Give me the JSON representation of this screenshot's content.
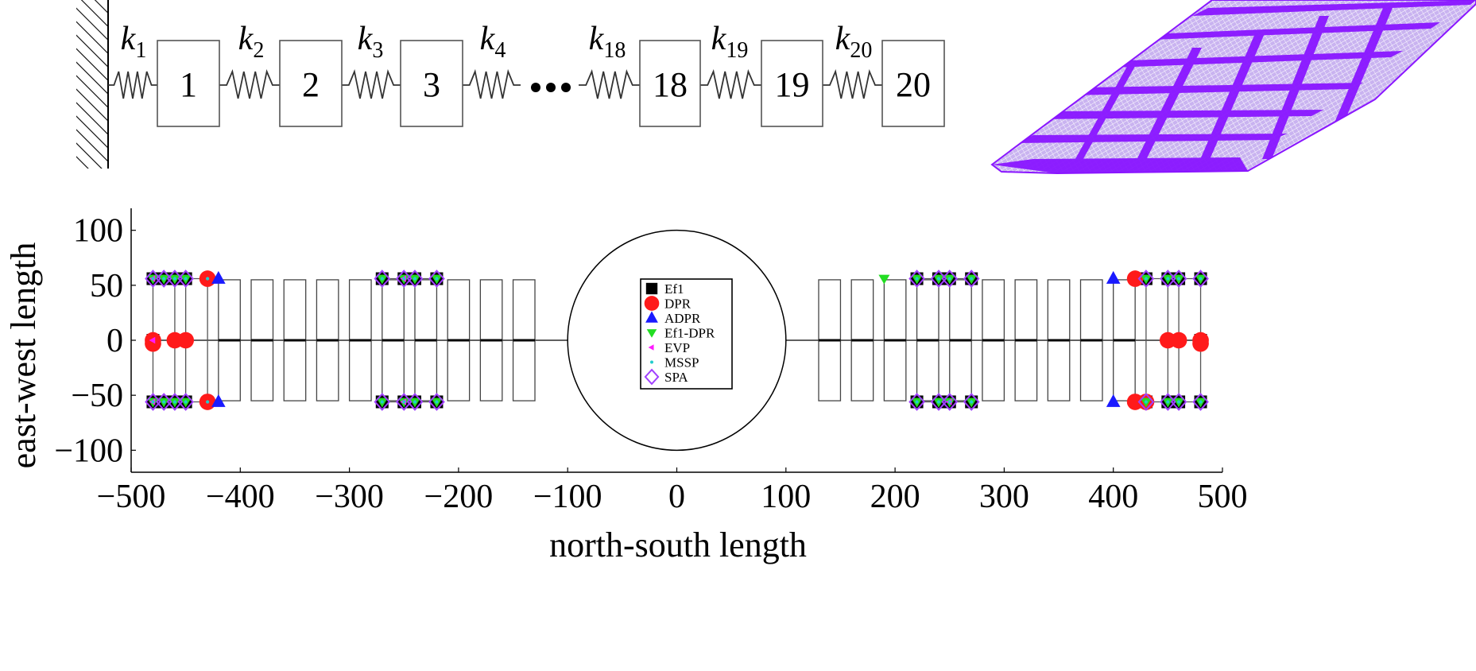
{
  "diagram": {
    "masses": [
      "1",
      "2",
      "3",
      "18",
      "19",
      "20"
    ],
    "springs": [
      {
        "base": "k",
        "sub": "1"
      },
      {
        "base": "k",
        "sub": "2"
      },
      {
        "base": "k",
        "sub": "3"
      },
      {
        "base": "k",
        "sub": "4"
      },
      {
        "base": "k",
        "sub": "18"
      },
      {
        "base": "k",
        "sub": "19"
      },
      {
        "base": "k",
        "sub": "20"
      }
    ],
    "colors": {
      "wing": "#8a16ff",
      "mesh": "#ffffff"
    }
  },
  "chart_data": {
    "type": "scatter",
    "xlabel": "north-south length",
    "ylabel": "east-west length",
    "xlim": [
      -500,
      500
    ],
    "ylim": [
      -120,
      120
    ],
    "xticks": [
      -500,
      -400,
      -300,
      -200,
      -100,
      0,
      100,
      200,
      300,
      400,
      500
    ],
    "yticks": [
      -100,
      -50,
      0,
      50,
      100
    ],
    "grid": false,
    "legend_position": "center",
    "structure": {
      "circle_center": [
        0,
        0
      ],
      "circle_radius": 100,
      "left_lines_x": [
        -480,
        -460,
        -450,
        -430,
        -420,
        -400,
        -380,
        -370,
        -350,
        -340,
        -320,
        -310,
        -290,
        -280,
        -270,
        -250,
        -240,
        -220,
        -210,
        -190,
        -180,
        -160,
        -150,
        -130
      ],
      "right_lines_x": [
        130,
        150,
        160,
        180,
        190,
        210,
        220,
        240,
        250,
        270,
        280,
        300,
        310,
        330,
        340,
        360,
        370,
        390,
        400,
        420,
        430,
        450,
        460,
        480
      ],
      "box_pairs_left": [
        [
          -420,
          -400
        ],
        [
          -390,
          -370
        ],
        [
          -360,
          -340
        ],
        [
          -330,
          -310
        ],
        [
          -300,
          -280
        ],
        [
          -270,
          -250
        ],
        [
          -240,
          -220
        ],
        [
          -210,
          -190
        ],
        [
          -180,
          -160
        ],
        [
          -150,
          -130
        ]
      ],
      "box_pairs_right": [
        [
          130,
          150
        ],
        [
          160,
          180
        ],
        [
          190,
          210
        ],
        [
          220,
          240
        ],
        [
          250,
          270
        ],
        [
          280,
          300
        ],
        [
          310,
          330
        ],
        [
          340,
          360
        ],
        [
          370,
          390
        ],
        [
          400,
          420
        ]
      ],
      "box_ymin": -55,
      "box_ymax": 55
    },
    "series": [
      {
        "name": "Ef1",
        "marker": "square",
        "color": "#000000",
        "points": [
          [
            -480,
            56
          ],
          [
            -470,
            56
          ],
          [
            -460,
            56
          ],
          [
            -450,
            56
          ],
          [
            -480,
            -56
          ],
          [
            -470,
            -56
          ],
          [
            -460,
            -56
          ],
          [
            -450,
            -56
          ],
          [
            -270,
            56
          ],
          [
            -250,
            56
          ],
          [
            -240,
            56
          ],
          [
            -220,
            56
          ],
          [
            -270,
            -56
          ],
          [
            -250,
            -56
          ],
          [
            -240,
            -56
          ],
          [
            -220,
            -56
          ],
          [
            220,
            56
          ],
          [
            240,
            56
          ],
          [
            250,
            56
          ],
          [
            270,
            56
          ],
          [
            220,
            -56
          ],
          [
            240,
            -56
          ],
          [
            250,
            -56
          ],
          [
            270,
            -56
          ],
          [
            430,
            56
          ],
          [
            450,
            56
          ],
          [
            460,
            56
          ],
          [
            480,
            56
          ],
          [
            430,
            -56
          ],
          [
            450,
            -56
          ],
          [
            460,
            -56
          ],
          [
            480,
            -56
          ],
          [
            -480,
            0
          ],
          [
            480,
            0
          ]
        ]
      },
      {
        "name": "DPR",
        "marker": "circle",
        "color": "#ff1a1a",
        "points": [
          [
            -480,
            0
          ],
          [
            -460,
            0
          ],
          [
            -450,
            0
          ],
          [
            -480,
            -3
          ],
          [
            -430,
            56
          ],
          [
            -430,
            -56
          ],
          [
            420,
            56
          ],
          [
            420,
            -56
          ],
          [
            430,
            -56
          ],
          [
            450,
            0
          ],
          [
            460,
            0
          ],
          [
            480,
            0
          ],
          [
            480,
            -3
          ]
        ]
      },
      {
        "name": "ADPR",
        "marker": "triangle-up",
        "color": "#1a1aff",
        "points": [
          [
            -420,
            56
          ],
          [
            -420,
            -56
          ],
          [
            400,
            56
          ],
          [
            400,
            -56
          ]
        ]
      },
      {
        "name": "Ef1-DPR",
        "marker": "triangle-down",
        "color": "#22dd22",
        "points": [
          [
            -480,
            56
          ],
          [
            -470,
            56
          ],
          [
            -460,
            56
          ],
          [
            -450,
            56
          ],
          [
            -480,
            -56
          ],
          [
            -470,
            -56
          ],
          [
            -460,
            -56
          ],
          [
            -450,
            -56
          ],
          [
            -270,
            56
          ],
          [
            -250,
            56
          ],
          [
            -240,
            56
          ],
          [
            -220,
            56
          ],
          [
            -270,
            -56
          ],
          [
            -250,
            -56
          ],
          [
            -240,
            -56
          ],
          [
            -220,
            -56
          ],
          [
            190,
            56
          ],
          [
            220,
            56
          ],
          [
            240,
            56
          ],
          [
            250,
            56
          ],
          [
            270,
            56
          ],
          [
            220,
            -56
          ],
          [
            240,
            -56
          ],
          [
            250,
            -56
          ],
          [
            270,
            -56
          ],
          [
            430,
            56
          ],
          [
            450,
            56
          ],
          [
            460,
            56
          ],
          [
            480,
            56
          ],
          [
            430,
            -56
          ],
          [
            450,
            -56
          ],
          [
            460,
            -56
          ],
          [
            480,
            -56
          ]
        ]
      },
      {
        "name": "EVP",
        "marker": "triangle-left",
        "color": "#ff1aff",
        "points": [
          [
            -480,
            56
          ],
          [
            -480,
            -56
          ],
          [
            -480,
            0
          ],
          [
            -250,
            56
          ],
          [
            -250,
            -56
          ],
          [
            250,
            -56
          ]
        ]
      },
      {
        "name": "MSSP",
        "marker": "point",
        "color": "#22cccc",
        "points": [
          [
            -480,
            56
          ],
          [
            -470,
            56
          ],
          [
            -460,
            56
          ],
          [
            -450,
            56
          ],
          [
            -430,
            56
          ],
          [
            -480,
            -56
          ],
          [
            -470,
            -56
          ],
          [
            -460,
            -56
          ],
          [
            -450,
            -56
          ],
          [
            -430,
            -56
          ],
          [
            -270,
            56
          ],
          [
            -250,
            56
          ],
          [
            -240,
            56
          ],
          [
            -220,
            56
          ],
          [
            -270,
            -56
          ],
          [
            -250,
            -56
          ],
          [
            -240,
            -56
          ],
          [
            -220,
            -56
          ],
          [
            220,
            56
          ],
          [
            240,
            56
          ],
          [
            250,
            56
          ],
          [
            270,
            56
          ],
          [
            220,
            -56
          ],
          [
            240,
            -56
          ],
          [
            250,
            -56
          ],
          [
            270,
            -56
          ],
          [
            430,
            56
          ],
          [
            450,
            56
          ],
          [
            460,
            56
          ],
          [
            480,
            56
          ],
          [
            430,
            -56
          ],
          [
            450,
            -56
          ],
          [
            460,
            -56
          ],
          [
            480,
            -56
          ]
        ]
      },
      {
        "name": "SPA",
        "marker": "diamond",
        "color": "#a040ff",
        "points": [
          [
            -480,
            56
          ],
          [
            -470,
            56
          ],
          [
            -460,
            56
          ],
          [
            -450,
            56
          ],
          [
            -480,
            -56
          ],
          [
            -470,
            -56
          ],
          [
            -460,
            -56
          ],
          [
            -450,
            -56
          ],
          [
            -270,
            56
          ],
          [
            -250,
            56
          ],
          [
            -240,
            56
          ],
          [
            -220,
            56
          ],
          [
            -270,
            -56
          ],
          [
            -250,
            -56
          ],
          [
            -240,
            -56
          ],
          [
            -220,
            -56
          ],
          [
            220,
            56
          ],
          [
            240,
            56
          ],
          [
            250,
            56
          ],
          [
            270,
            56
          ],
          [
            220,
            -56
          ],
          [
            240,
            -56
          ],
          [
            250,
            -56
          ],
          [
            270,
            -56
          ],
          [
            430,
            56
          ],
          [
            450,
            56
          ],
          [
            460,
            56
          ],
          [
            480,
            56
          ],
          [
            430,
            -56
          ],
          [
            450,
            -56
          ],
          [
            460,
            -56
          ],
          [
            480,
            -56
          ]
        ]
      }
    ]
  }
}
